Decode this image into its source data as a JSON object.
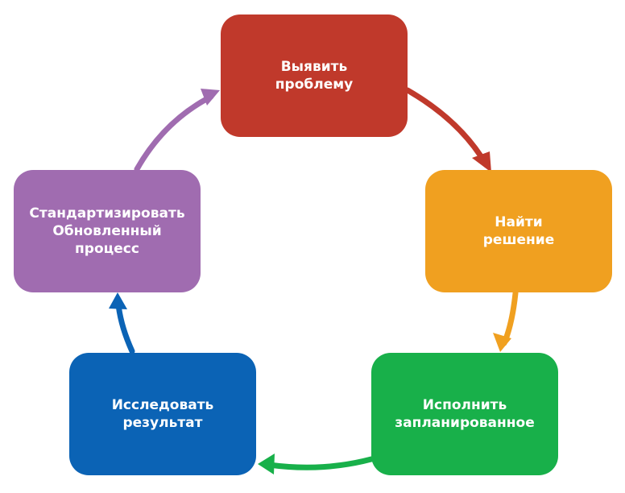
{
  "steps": [
    {
      "lines": [
        "Выявить",
        "проблему"
      ],
      "color": "#c0392b"
    },
    {
      "lines": [
        "Найти",
        "решение"
      ],
      "color": "#f0a020"
    },
    {
      "lines": [
        "Исполнить",
        "запланированное"
      ],
      "color": "#18b04a"
    },
    {
      "lines": [
        "Исследовать",
        "результат"
      ],
      "color": "#0b63b5"
    },
    {
      "lines": [
        "Стандартизировать",
        "Обновленный",
        "процесс"
      ],
      "color": "#a06cb0"
    }
  ],
  "arrows": [
    {
      "from": "Выявить проблему",
      "to": "Найти решение",
      "color": "#c0392b"
    },
    {
      "from": "Найти решение",
      "to": "Исполнить запланированное",
      "color": "#f0a020"
    },
    {
      "from": "Исполнить запланированное",
      "to": "Исследовать результат",
      "color": "#18b04a"
    },
    {
      "from": "Исследовать результат",
      "to": "Стандартизировать Обновленный процесс",
      "color": "#0b63b5"
    },
    {
      "from": "Стандартизировать Обновленный процесс",
      "to": "Выявить проблему",
      "color": "#a06cb0"
    }
  ]
}
